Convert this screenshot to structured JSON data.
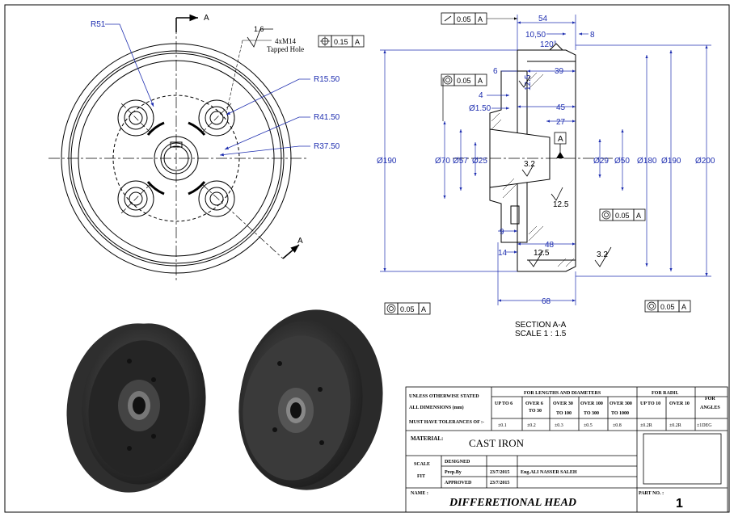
{
  "views": {
    "front": {
      "section_mark": "A",
      "radius_labels": [
        "R51",
        "R15.50",
        "R41.50",
        "R37.50"
      ],
      "hole_note": {
        "roughness": "1.6",
        "line1": "4xM14",
        "line2": "Tapped Hole",
        "tolerance": "0.15",
        "datum": "A"
      }
    },
    "section": {
      "title": "SECTION A-A",
      "scale": "SCALE 1 : 1.5",
      "top_fcf": {
        "value": "0.05",
        "datum": "A"
      },
      "fcf_left_upper": {
        "value": "0.05",
        "datum": "A"
      },
      "fcf_right_mid": {
        "value": "0.05",
        "datum": "A"
      },
      "fcf_bottom_left": {
        "value": "0.05",
        "datum": "A"
      },
      "fcf_bottom_right": {
        "value": "0.05",
        "datum": "A"
      },
      "datum_label": "A",
      "dims": {
        "d54": "54",
        "d10_50": "10,50",
        "d8": "8",
        "d120": "120°",
        "d6": "6",
        "d39": "39",
        "d12_5a": "12.5",
        "d4": "4",
        "d1_50": "Ø1.50",
        "d45": "45",
        "d27": "27",
        "d190_left": "Ø190",
        "d70": "Ø70",
        "d57": "Ø57",
        "d25": "Ø25",
        "d3_2a": "3.2",
        "d29": "Ø29",
        "d50": "Ø50",
        "d180": "Ø180",
        "d190_right": "Ø190",
        "d200": "Ø200",
        "d12_5b": "12.5",
        "d9": "9",
        "d48": "48",
        "d14": "14",
        "d12_5c": "12.5",
        "d3_2b": "3.2",
        "d68": "68"
      }
    }
  },
  "title_block": {
    "note1": "UNLESS OTHERWISE STATED",
    "note2": "ALL  DIMENSIONS (mm)",
    "note3": "MUST HAVE TOLERANCES OF :-",
    "header_lengths": "FOR LENGTHS AND DIAMETERS",
    "header_radii": "FOR RADII.",
    "header_angles_1": "FOR",
    "header_angles_2": "ANGLES",
    "ranges": [
      [
        "UP TO 6",
        ""
      ],
      [
        "OVER 6",
        "TO 30"
      ],
      [
        "OVER 30",
        "TO 100"
      ],
      [
        "OVER 100",
        "TO 300"
      ],
      [
        "OVER 300",
        "TO 1000"
      ],
      [
        "UP TO 10",
        ""
      ],
      [
        "OVER 10",
        ""
      ]
    ],
    "tolerances": [
      "±0.1",
      "±0.2",
      "±0.3",
      "±0.5",
      "±0.8",
      "±0.2R",
      "±0.2R",
      "±1DEG"
    ],
    "material_label": "MATERIAL:",
    "material_value": "CAST IRON",
    "scale_label": "SCALE",
    "fit_label": "FIT",
    "designed_label": "DESIGNED",
    "prep_label": "Prep.By",
    "prep_date": "23/7/2015",
    "prep_name": "Eng.ALI NASSER SALEH",
    "approved_label": "APPROVED",
    "approved_date": "23/7/2015",
    "name_label": "NAME :",
    "name_value": "DIFFERETIONAL HEAD",
    "part_label": "PART NO. :",
    "part_value": "1"
  }
}
